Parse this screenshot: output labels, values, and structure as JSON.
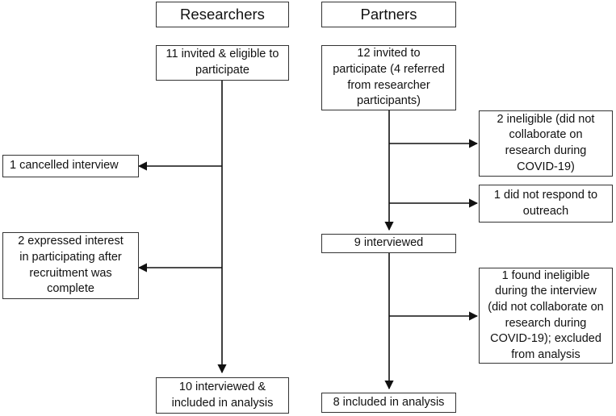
{
  "columns": {
    "researchers": {
      "header": "Researchers",
      "invited": "11 invited & eligible to participate",
      "cancelled": "1 cancelled interview",
      "late_interest": "2 expressed interest in participating after recruitment was complete",
      "final": "10 interviewed & included in analysis"
    },
    "partners": {
      "header": "Partners",
      "invited": "12 invited to participate (4 referred from researcher participants)",
      "ineligible": "2 ineligible (did not collaborate on research during COVID-19)",
      "no_response": "1 did not respond to outreach",
      "interviewed": "9 interviewed",
      "found_ineligible": "1 found ineligible during the interview (did not collaborate on research during COVID-19); excluded from analysis",
      "final": "8 included in analysis"
    }
  }
}
